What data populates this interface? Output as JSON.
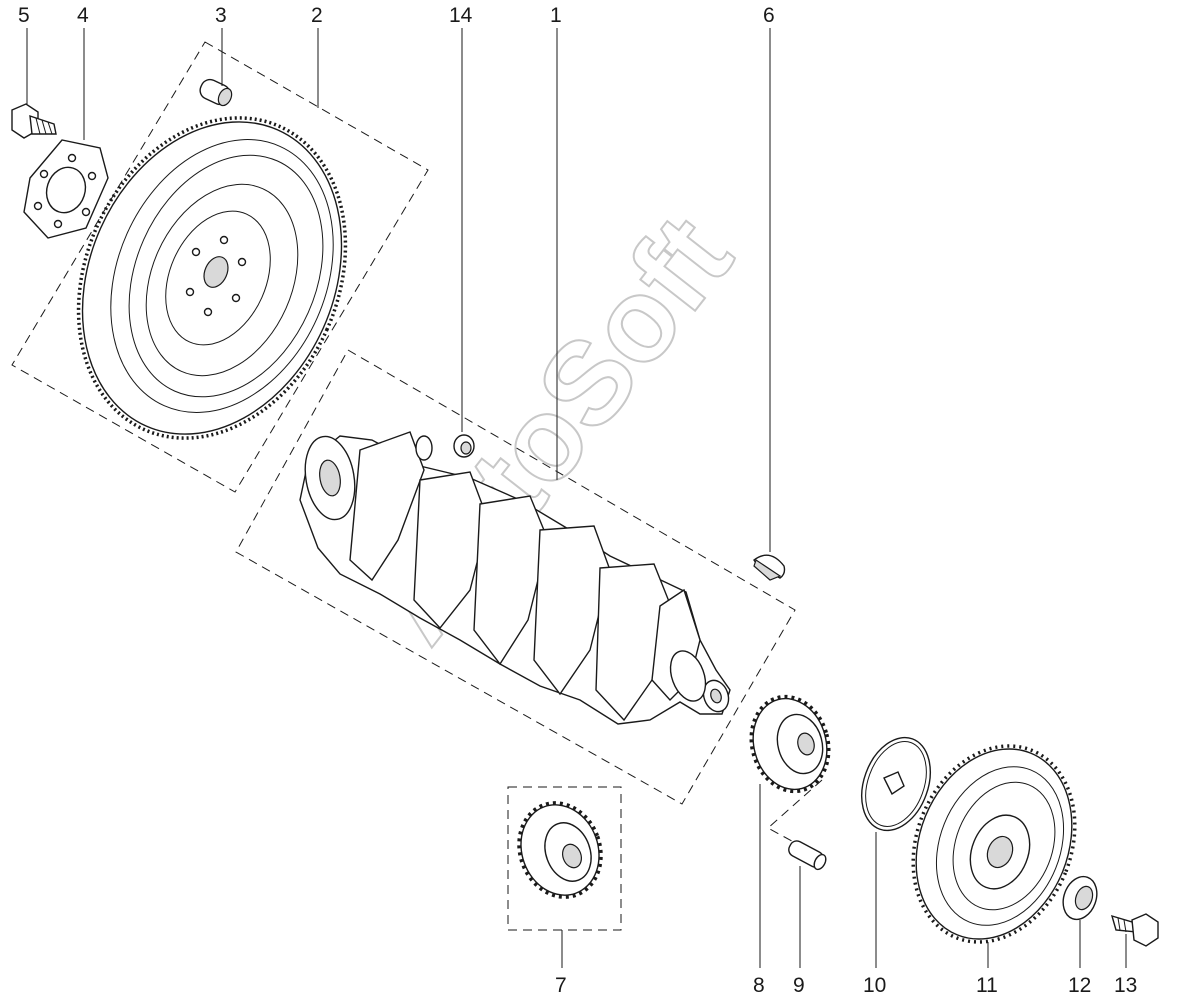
{
  "watermark": "AutoSoft",
  "callouts": [
    "5",
    "4",
    "3",
    "2",
    "14",
    "1",
    "6",
    "7",
    "8",
    "9",
    "10",
    "11",
    "12",
    "13"
  ]
}
